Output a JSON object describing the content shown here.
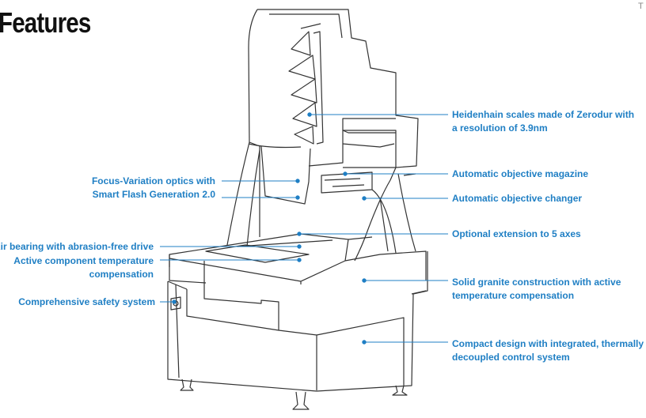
{
  "title": "Features",
  "corner_mark": "T",
  "colors": {
    "accent": "#1f7fc4",
    "outline": "#333333"
  },
  "labels": {
    "heidenhain": [
      "Heidenhain scales made of Zerodur with",
      "a  resolution of 3.9nm"
    ],
    "objective_magazine": "Automatic objective magazine",
    "objective_changer": "Automatic objective changer",
    "optional_extension": "Optional extension to 5 axes",
    "granite": [
      "Solid granite construction with active",
      "temperature compensation"
    ],
    "compact": [
      "Compact design with  integrated, thermally",
      "decoupled control system"
    ],
    "focus_variation": [
      "Focus-Variation optics with",
      "Smart Flash Generation 2.0"
    ],
    "air_bearing": "Air bearing with  abrasion-free drive",
    "active_component": [
      "Active component temperature",
      "compensation"
    ],
    "safety": "Comprehensive  safety system"
  }
}
